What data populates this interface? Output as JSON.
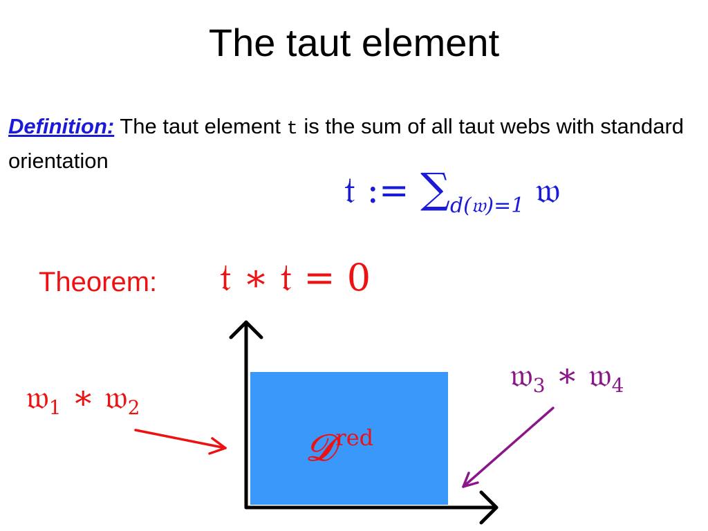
{
  "title": "The taut element",
  "definition": {
    "label": "Definition:",
    "text_before": " The taut element ",
    "symbol": "t",
    "text_after": " is the sum of all taut webs with standard orientation"
  },
  "formula_sum": {
    "lhs": "𝔱 :=",
    "sigma": "∑",
    "subscript": "d(𝔴)=1",
    "summand": "𝔴"
  },
  "theorem": {
    "label": "Theorem:",
    "formula": "𝔱 ∗ 𝔱 = 0"
  },
  "region_label": {
    "symbol": "𝓓",
    "superscript": "red"
  },
  "left_product": {
    "a": "𝔴",
    "a_sub": "1",
    "op": "∗",
    "b": "𝔴",
    "b_sub": "2"
  },
  "right_product": {
    "a": "𝔴",
    "a_sub": "3",
    "op": "∗",
    "b": "𝔴",
    "b_sub": "4"
  },
  "colors": {
    "definition_label": "#1a1ad8",
    "sum_formula": "#1a1ad8",
    "theorem": "#ee1111",
    "left_arrow": "#ee1111",
    "right_arrow": "#8a168a",
    "region_fill": "#3a98fa",
    "axes": "#000000"
  }
}
